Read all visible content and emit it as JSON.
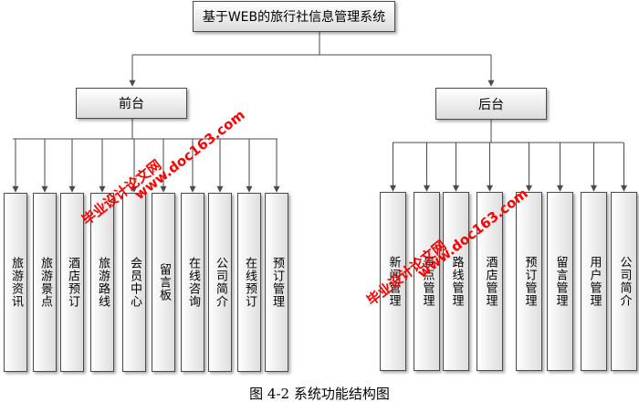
{
  "root": "基于WEB的旅行社信息管理系统",
  "front": {
    "label": "前台",
    "items": [
      "旅游资讯",
      "旅游景点",
      "酒店预订",
      "旅游路线",
      "会员中心",
      "留言板",
      "在线咨询",
      "公司简介",
      "在线预订",
      "预订管理"
    ]
  },
  "back": {
    "label": "后台",
    "items": [
      "新闻管理",
      "景点管理",
      "路线管理",
      "酒店管理",
      "预订管理",
      "留言管理",
      "用户管理",
      "公司简介"
    ]
  },
  "watermark": {
    "line1": "毕业设计论文网",
    "line2": "www.doc163.com"
  },
  "caption": "图 4-2 系统功能结构图",
  "colors": {
    "line": "#4a4a4a",
    "watermark": "#ff0000"
  }
}
